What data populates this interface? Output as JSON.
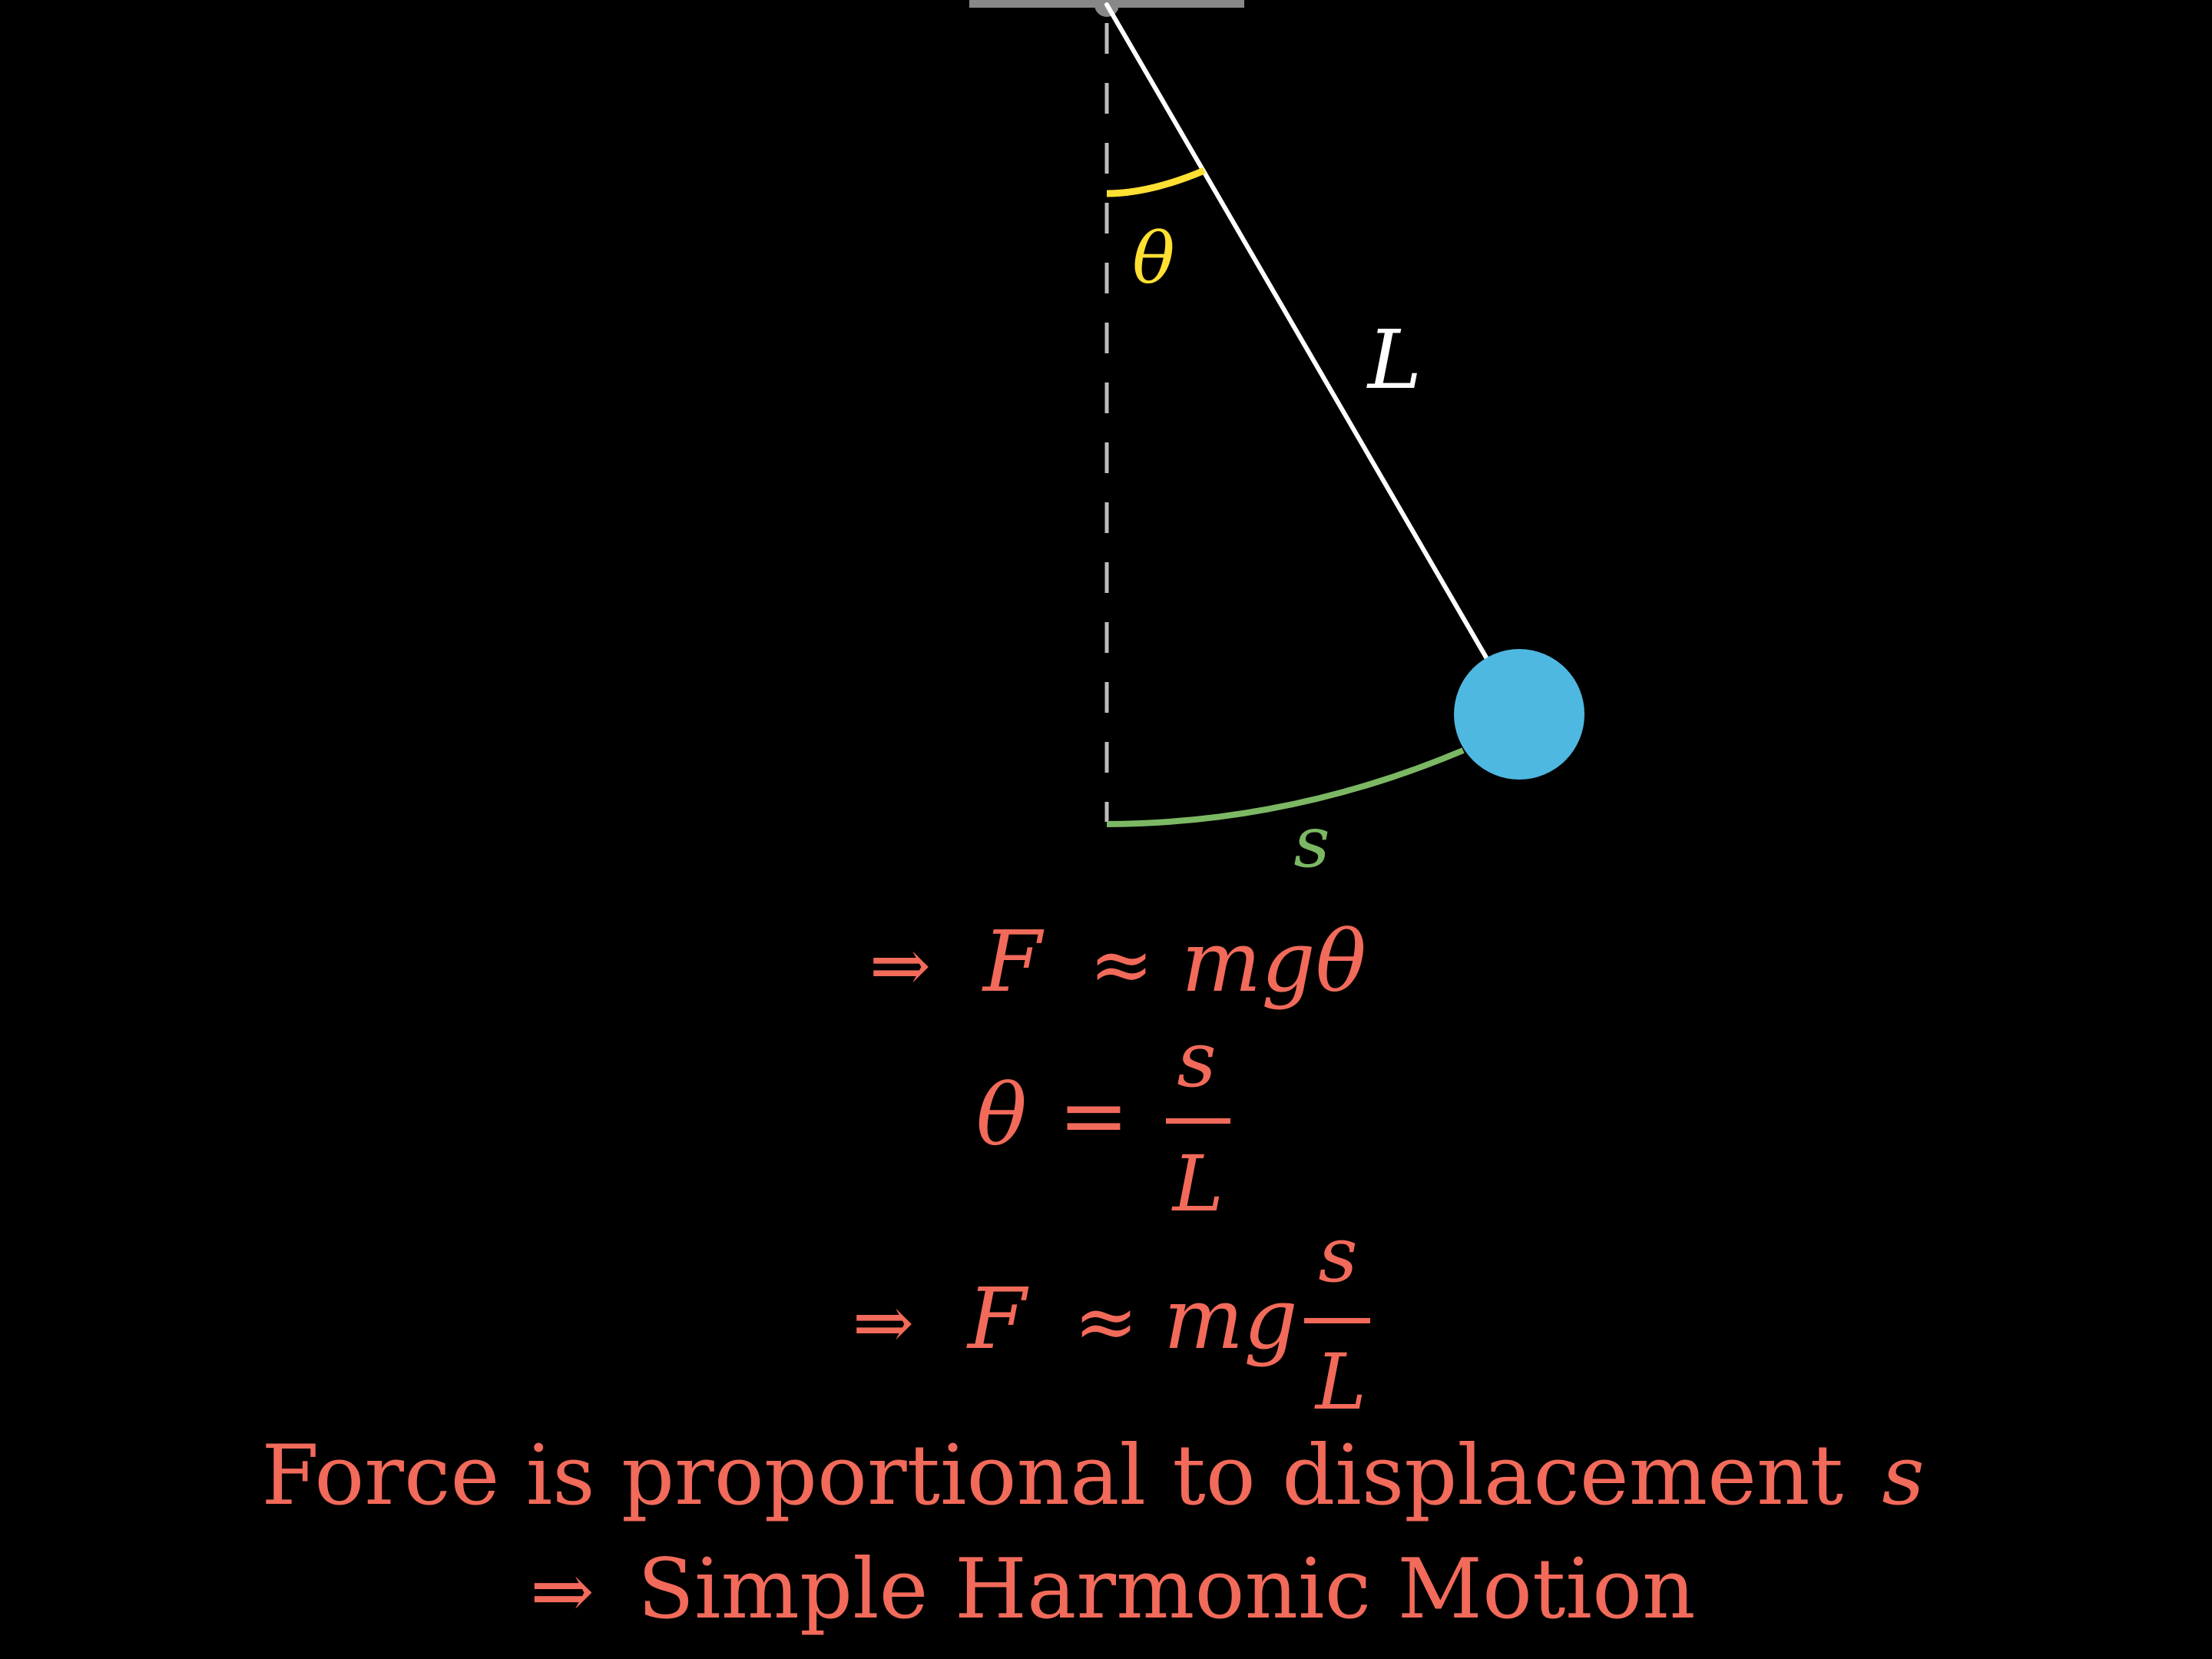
{
  "colors": {
    "background": "#000000",
    "support": "#888888",
    "rod": "#ffffff",
    "vertical_line": "#bbbbbb",
    "angle": "#ffe033",
    "bob": "#4fb8e0",
    "arc": "#7cb864",
    "equations": "#f26a5a"
  },
  "diagram": {
    "theta_label": "θ",
    "length_label": "L",
    "arc_label": "s"
  },
  "equations": {
    "line1": {
      "implies": "⇒",
      "lhs": "F",
      "approx": "≈",
      "rhs": "mgθ"
    },
    "line2": {
      "lhs": "θ",
      "equals": "=",
      "numerator": "s",
      "denominator": "L"
    },
    "line3": {
      "implies": "⇒",
      "lhs": "F",
      "approx": "≈",
      "rhs": "mg",
      "numerator": "s",
      "denominator": "L"
    },
    "statement": {
      "text": "Force is proportional to displacement",
      "variable": "s"
    },
    "conclusion": {
      "implies": "⇒",
      "text": "Simple Harmonic Motion"
    }
  }
}
